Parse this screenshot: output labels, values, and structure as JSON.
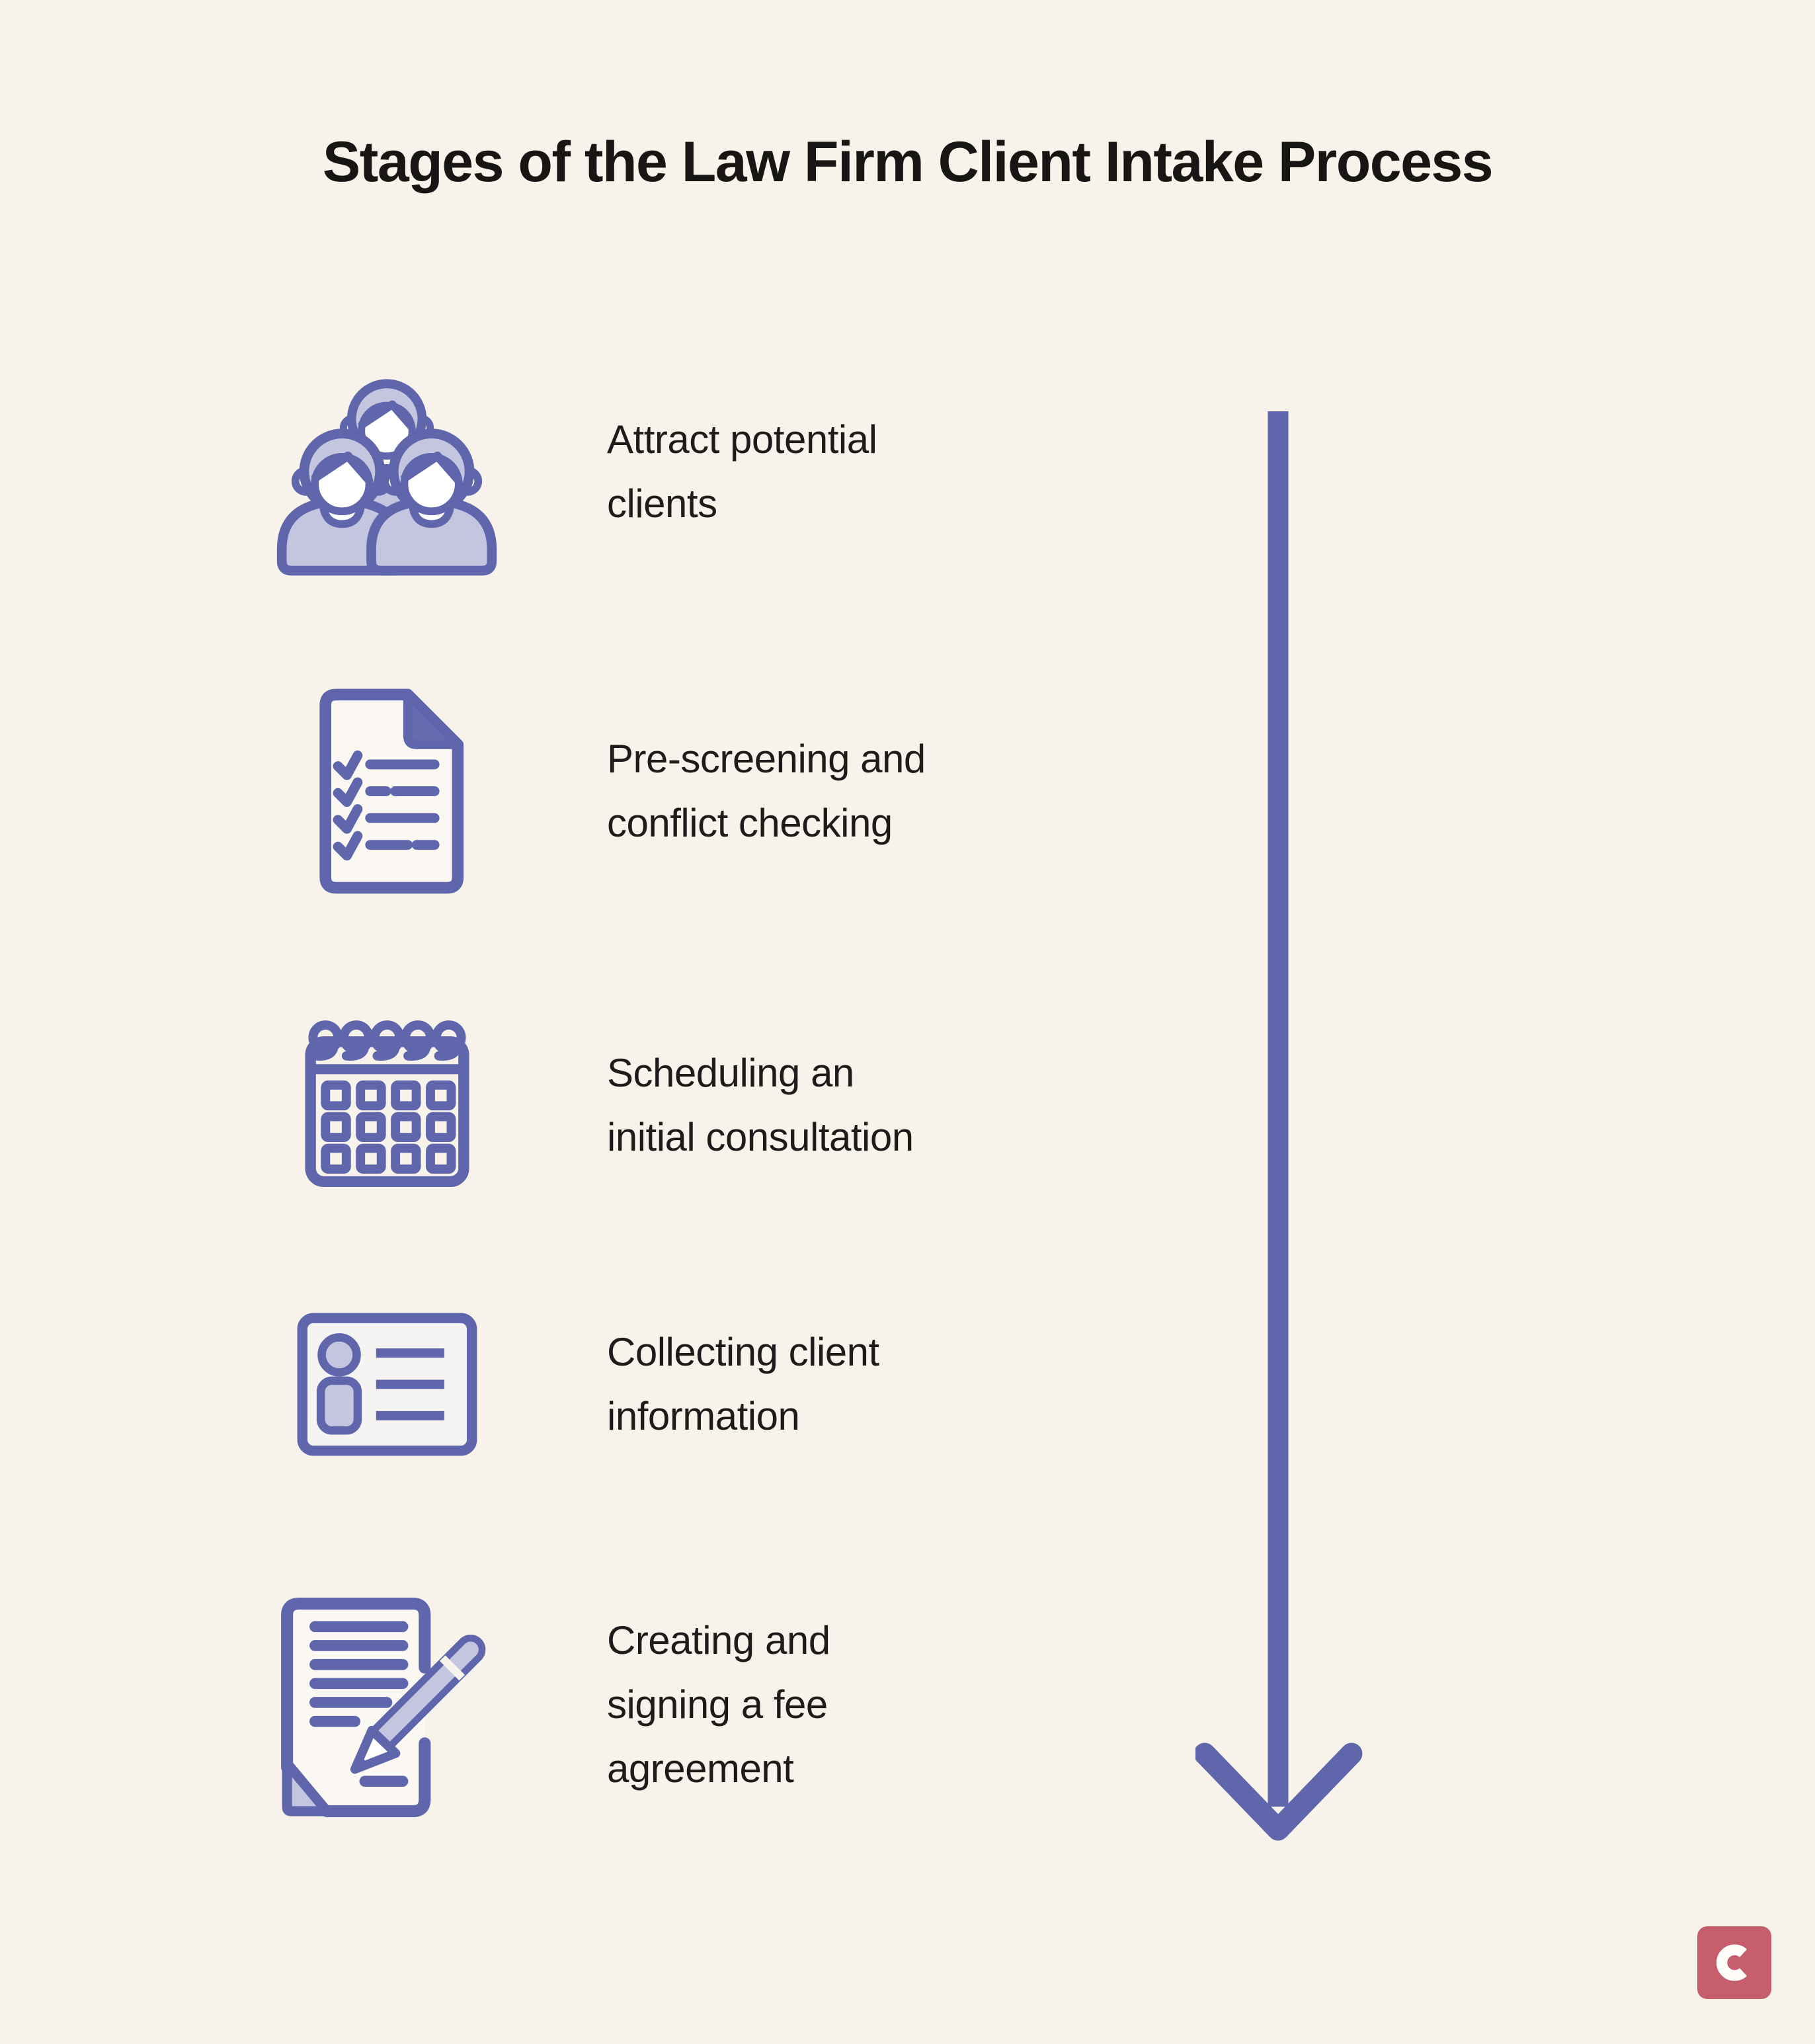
{
  "title": "Stages of the Law Firm Client Intake Process",
  "stages": [
    {
      "icon": "people-group-icon",
      "label": "Attract potential\nclients"
    },
    {
      "icon": "checklist-document-icon",
      "label": "Pre-screening and\nconflict checking"
    },
    {
      "icon": "calendar-icon",
      "label": "Scheduling an\ninitial consultation"
    },
    {
      "icon": "id-card-icon",
      "label": "Collecting client\ninformation"
    },
    {
      "icon": "signing-document-icon",
      "label": "Creating and\nsigning a fee\nagreement"
    }
  ],
  "flow_arrow": {
    "direction": "down"
  },
  "logo": {
    "letter": "c"
  },
  "colors": {
    "background": "#F7F2EA",
    "accent_purple": "#5F66AC",
    "accent_lavender": "#C4C6E0",
    "text": "#1D1C1A",
    "title_text": "#171614",
    "logo_red": "#C75E6C"
  }
}
